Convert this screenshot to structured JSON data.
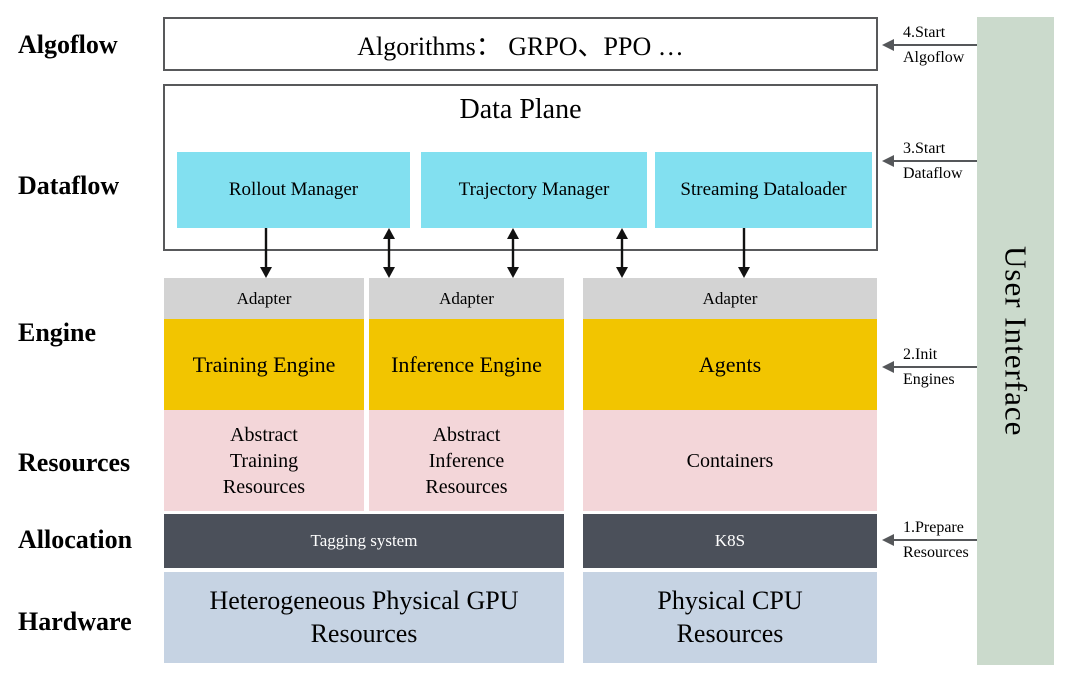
{
  "layers": [
    {
      "label": "Algoflow"
    },
    {
      "label": "Dataflow"
    },
    {
      "label": "Engine"
    },
    {
      "label": "Resources"
    },
    {
      "label": "Allocation"
    },
    {
      "label": "Hardware"
    }
  ],
  "algoflow": {
    "box_label": "Algorithms：  GRPO、PPO …"
  },
  "dataflow": {
    "title": "Data Plane",
    "managers": [
      "Rollout Manager",
      "Trajectory Manager",
      "Streaming Dataloader"
    ]
  },
  "engine": {
    "adapters": [
      "Adapter",
      "Adapter",
      "Adapter"
    ],
    "engines": [
      "Training Engine",
      "Inference Engine",
      "Agents"
    ]
  },
  "resources": {
    "items": [
      "Abstract\nTraining\nResources",
      "Abstract\nInference\nResources",
      "Containers"
    ]
  },
  "allocation": {
    "items": [
      "Tagging system",
      "K8S"
    ]
  },
  "hardware": {
    "items": [
      "Heterogeneous Physical GPU\nResources",
      "Physical CPU\nResources"
    ]
  },
  "user_interface": {
    "label": "User Interface"
  },
  "steps": [
    {
      "line1": "4.Start",
      "line2": "Algoflow"
    },
    {
      "line1": "3.Start",
      "line2": "Dataflow"
    },
    {
      "line1": "2.Init",
      "line2": "Engines"
    },
    {
      "line1": "1.Prepare",
      "line2": "Resources"
    }
  ],
  "colors": {
    "manager_cyan": "#82e0f0",
    "adapter_gray": "#d3d3d3",
    "engine_yellow": "#f2c500",
    "resources_pink": "#f3d6d9",
    "allocation_dark": "#4b505a",
    "hardware_blue": "#c6d3e3",
    "ui_green": "#cbdacc",
    "border_gray": "#58595b",
    "arrow_black": "#111111"
  }
}
